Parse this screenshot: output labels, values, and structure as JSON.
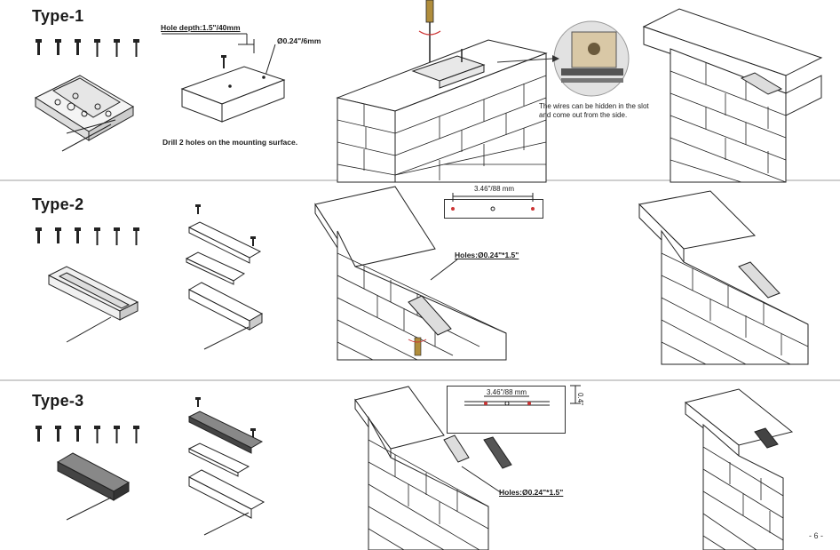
{
  "type1": {
    "title": "Type-1",
    "hole_depth": "Hole depth:1.5\"/40mm",
    "hole_diameter": "Ø0.24\"/6mm",
    "drill_note": "Drill 2 holes on the mounting surface.",
    "wires_note": "The wires can be hidden in the slot and come out from the side."
  },
  "type2": {
    "title": "Type-2",
    "spacing": "3.46\"/88 mm",
    "holes": "Holes:Ø0.24\"*1.5\""
  },
  "type3": {
    "title": "Type-3",
    "spacing": "3.46\"/88 mm",
    "depth": "0.4\"",
    "holes": "Holes:Ø0.24\"*1.5\""
  },
  "page_number": "- 6 -"
}
